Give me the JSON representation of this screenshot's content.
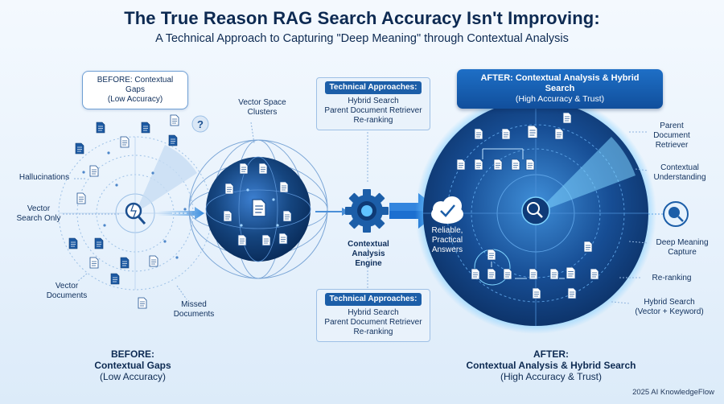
{
  "header": {
    "title": "The True Reason RAG Search Accuracy Isn't Improving:",
    "subtitle": "A Technical Approach to Capturing \"Deep Meaning\" through Contextual Analysis"
  },
  "before": {
    "bubble_title": "BEFORE: Contextual Gaps",
    "bubble_sub": "(Low Accuracy)",
    "labels": {
      "hallucinations": "Hallucinations",
      "vector_search_1": "Vector",
      "vector_search_2": "Search Only",
      "vector_docs_1": "Vector",
      "vector_docs_2": "Documents",
      "missed_1": "Missed",
      "missed_2": "Documents"
    },
    "bottom_1": "BEFORE:",
    "bottom_2": "Contextual Gaps",
    "bottom_3": "(Low Accuracy)"
  },
  "middle": {
    "clusters_1": "Vector Space",
    "clusters_2": "Clusters",
    "engine_1": "Contextual",
    "engine_2": "Analysis",
    "engine_3": "Engine",
    "tech_top": {
      "head": "Technical Approaches:",
      "items": [
        "Hybrid Search",
        "Parent Document Retriever",
        "Re-ranking"
      ]
    },
    "tech_bottom": {
      "head": "Technical Approaches:",
      "items": [
        "Hybrid Search",
        "Parent Document Retriever",
        "Re-ranking"
      ]
    }
  },
  "after": {
    "bubble_title": "AFTER: Contextual Analysis & Hybrid Search",
    "bubble_sub": "(High Accuracy & Trust)",
    "answers_1": "Reliable,",
    "answers_2": "Practical",
    "answers_3": "Answers",
    "labels": {
      "parent_1": "Parent",
      "parent_2": "Document",
      "parent_3": "Retriever",
      "context_1": "Contextual",
      "context_2": "Understanding",
      "deep_1": "Deep Meaning",
      "deep_2": "Capture",
      "rerank": "Re-ranking",
      "hybrid_1": "Hybrid Search",
      "hybrid_2": "(Vector + Keyword)"
    },
    "bottom_1": "AFTER:",
    "bottom_2": "Contextual Analysis & Hybrid Search",
    "bottom_3": "(High Accuracy & Trust)"
  },
  "footer": {
    "credit": "2025 AI KnowledgeFlow"
  },
  "colors": {
    "navy": "#0d2a52",
    "accent": "#1c5ea8",
    "glow": "#5fc2ff"
  }
}
